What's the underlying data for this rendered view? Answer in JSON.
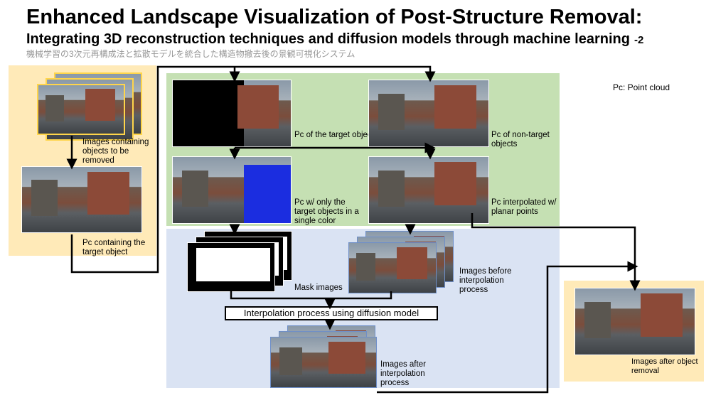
{
  "title": "Enhanced Landscape Visualization of Post-Structure Removal:",
  "subtitle": "Integrating 3D reconstruction techniques and diffusion models through machine learning",
  "subtitle_number": "-2",
  "subtitle_jp": "機械学習の3次元再構成法と拡散モデルを統合した構造物撤去後の景観可視化システム",
  "legend": "Pc: Point cloud",
  "labels": {
    "input_images": "Images containing objects to be removed",
    "pc_target": "Pc containing the target object",
    "pc_target_objects": "Pc of the target objects",
    "pc_non_target": "Pc of non-target objects",
    "pc_single_color": "Pc w/ only the target objects in a single color",
    "pc_interpolated": "Pc interpolated w/ planar points",
    "mask_images": "Mask images",
    "images_before": "Images before interpolation process",
    "interp_process": "Interpolation process using diffusion model",
    "images_after_interp": "Images after interpolation process",
    "images_after_removal": "Images after object removal"
  }
}
